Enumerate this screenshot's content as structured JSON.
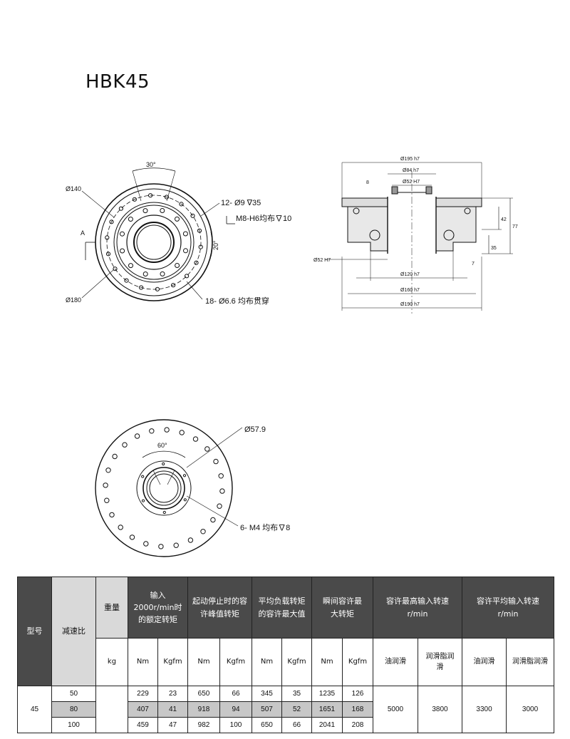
{
  "title": "HBK45",
  "drawing": {
    "front_view": {
      "dia_140": "Ø140",
      "dia_180": "Ø180",
      "angle_30": "30°",
      "angle_20": "20°",
      "section_mark": "A",
      "holes_12": "12- Ø9 ∇35",
      "thread_m8": "M8-H6均布∇10",
      "holes_18": "18- Ø6.6 均布贯穿"
    },
    "section_view": {
      "d195": "Ø195 h7",
      "d84": "Ø84 h7",
      "d52_top": "Ø52 H7",
      "d52_left": "Ø52 H7",
      "d120": "Ø120 h7",
      "d160": "Ø160 h7",
      "d190": "Ø190 h7",
      "len_42": "42",
      "len_77": "77",
      "len_35": "35",
      "len_7": "7",
      "len_8": "8"
    },
    "rear_view": {
      "dia_579": "Ø57.9",
      "angle_60": "60°",
      "thread_m4": "6- M4 均布∇8"
    }
  },
  "table": {
    "headers": {
      "model": "型号",
      "ratio": "减速比",
      "weight": "重量",
      "rated": "输入2000r/min时的额定转矩",
      "start_stop": "起动停止时的容许峰值转矩",
      "avg_load": "平均负载转矩的容许最大值",
      "momentary": "瞬间容许最大转矩",
      "max_speed": "容许最高输入转速r/min",
      "avg_speed": "容许平均输入转速r/min"
    },
    "units": {
      "kg": "kg",
      "nm": "Nm",
      "kgfm": "Kgfm",
      "oil": "油润滑",
      "grease": "润滑脂润滑"
    },
    "model_value": "45",
    "rows": [
      {
        "ratio": "50",
        "r_nm": "229",
        "r_kgfm": "23",
        "s_nm": "650",
        "s_kgfm": "66",
        "a_nm": "345",
        "a_kgfm": "35",
        "m_nm": "1235",
        "m_kgfm": "126"
      },
      {
        "ratio": "80",
        "r_nm": "407",
        "r_kgfm": "41",
        "s_nm": "918",
        "s_kgfm": "94",
        "a_nm": "507",
        "a_kgfm": "52",
        "m_nm": "1651",
        "m_kgfm": "168"
      },
      {
        "ratio": "100",
        "r_nm": "459",
        "r_kgfm": "47",
        "s_nm": "982",
        "s_kgfm": "100",
        "a_nm": "650",
        "a_kgfm": "66",
        "m_nm": "2041",
        "m_kgfm": "208"
      }
    ],
    "speeds": {
      "max_oil": "5000",
      "max_grease": "3800",
      "avg_oil": "3300",
      "avg_grease": "3000"
    }
  }
}
